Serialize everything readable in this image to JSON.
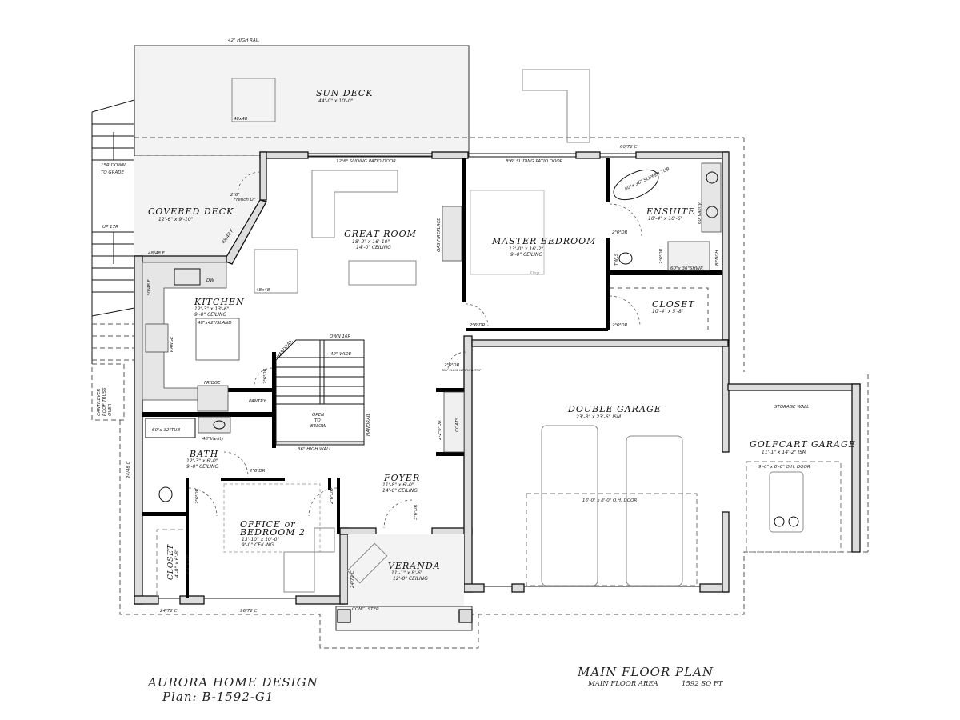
{
  "plan": {
    "company": "AURORA HOME DESIGN",
    "plan_number": "Plan: B-1592-G1",
    "title": "MAIN FLOOR PLAN",
    "area_label": "MAIN FLOOR AREA",
    "area_value": "1592 SQ FT"
  },
  "rooms": {
    "sun_deck": {
      "name": "SUN DECK",
      "dims": "44'-0\" x 10'-0\""
    },
    "covered_deck": {
      "name": "COVERED DECK",
      "dims": "12'-6\" x 9'-10\""
    },
    "great_room": {
      "name": "GREAT ROOM",
      "dims": "18'-2\" x 16'-10\"",
      "ceiling": "14'-0\" CEILING"
    },
    "master_bedroom": {
      "name": "MASTER BEDROOM",
      "dims": "13'-0\" x 16'-2\"",
      "ceiling": "9'-0\" CEILING"
    },
    "ensuite": {
      "name": "ENSUITE",
      "dims": "10'-4\" x 10'-6\""
    },
    "closet_master": {
      "name": "CLOSET",
      "dims": "10'-4\" x 5'-8\""
    },
    "kitchen": {
      "name": "KITCHEN",
      "dims": "12'-3\" x 13'-6\"",
      "ceiling": "9'-0\" CEILING"
    },
    "double_garage": {
      "name": "DOUBLE GARAGE",
      "dims": "23'-8\" x 23'-6\" ISM"
    },
    "golfcart_garage": {
      "name": "GOLFCART GARAGE",
      "dims": "11'-1\" x 14'-2\" ISM"
    },
    "bath": {
      "name": "BATH",
      "dims": "12'-3\" x 6'-0\"",
      "ceiling": "9'-0\" CEILING"
    },
    "foyer": {
      "name": "FOYER",
      "dims": "11'-8\" x 6'-0\"",
      "ceiling": "14'-0\" CEILING"
    },
    "office": {
      "name": "OFFICE or",
      "name2": "BEDROOM 2",
      "dims": "13'-10\" x 10'-0\"",
      "ceiling": "9'-0\" CEILING"
    },
    "closet_office": {
      "name": "CLOSET",
      "dims": "4'-0\" x 6'-8\""
    },
    "veranda": {
      "name": "VERANDA",
      "dims": "11'-1\" x 8'-6\"",
      "ceiling": "12'-0\" CEILING"
    }
  },
  "notes": {
    "high_rail": "42\" HIGH RAIL",
    "table_deck": "48x48",
    "table_great": "48x48",
    "stairs_down": "15R DOWN",
    "to_grade": "TO GRADE",
    "up_17r": "UP 17R",
    "cantilever": "CANTILEVER",
    "roof_truss": "ROOF TRUSS",
    "over": "OVER",
    "french_door": "2⁸6⁸",
    "french_door2": "French Dr",
    "window_48_48_f_a": "48/48 F",
    "window_48_48_f_b": "48/48 F",
    "window_30_48_f": "30/48 F",
    "dw": "DW",
    "range": "RANGE",
    "island": "48\"x42\"ISLAND",
    "fridge": "FRIDGE",
    "pantry": "PANTRY",
    "sliding_great": "12⁰6⁸ SLIDING PATIO DOOR",
    "sliding_master": "8⁰6⁸ SLIDING PATIO DOOR",
    "window_60_72": "60/72 C",
    "gas_fireplace": "GAS FIREPLACE",
    "king": "King",
    "slipper_tub": "60\"x 36\" SLIPPER TUB",
    "vanity_60": "60\"Vanity",
    "shower": "60\"x 36\"SHWR",
    "bench": "BENCH",
    "twls": "TWLS",
    "door_master": "2⁸6⁸DR",
    "door_ensuite": "2⁸6⁸DR",
    "door_closet": "2⁸6⁸DR",
    "door_wc": "2⁴6⁸DR",
    "door_pantry": "2⁸6⁸DR",
    "door_garage": "2⁸6⁸DR",
    "self_close": "SELF CLOSE WEATHERSTRIP",
    "dwn_16r": "DWN 16R",
    "wide_42": "42\" WIDE",
    "handrail_a": "HANDRAIL",
    "handrail_b": "HANDRAIL",
    "open_to_below": "OPEN",
    "open_to_below2": "TO",
    "open_to_below3": "BELOW",
    "high_wall": "36\" HIGH WALL",
    "coats": "COATS",
    "coat_doors": "2-2⁶6⁸DR",
    "tub_60_32": "60\"x 32\"TUB",
    "vanity_48": "48\"Vanity",
    "door_bath": "2⁸6⁸DR",
    "door_office_a": "2⁸6⁸DR",
    "door_office_b": "2⁸6⁸DR",
    "closet_doors": "2-1⁶6⁸DR",
    "front_door": "3⁰6⁸DR",
    "window_24_48": "24/48 C",
    "window_24_72_a": "24/72 C",
    "window_96_72": "96/72 C",
    "window_24_72_b": "24/72 C",
    "conc_step": "CONC. STEP",
    "oh_door_16": "16'-0\" x 8'-0\" O.H. DOOR",
    "oh_door_9": "9'-0\" x 8'-0\" O.H. DOOR",
    "storage_wall": "STORAGE WALL"
  }
}
